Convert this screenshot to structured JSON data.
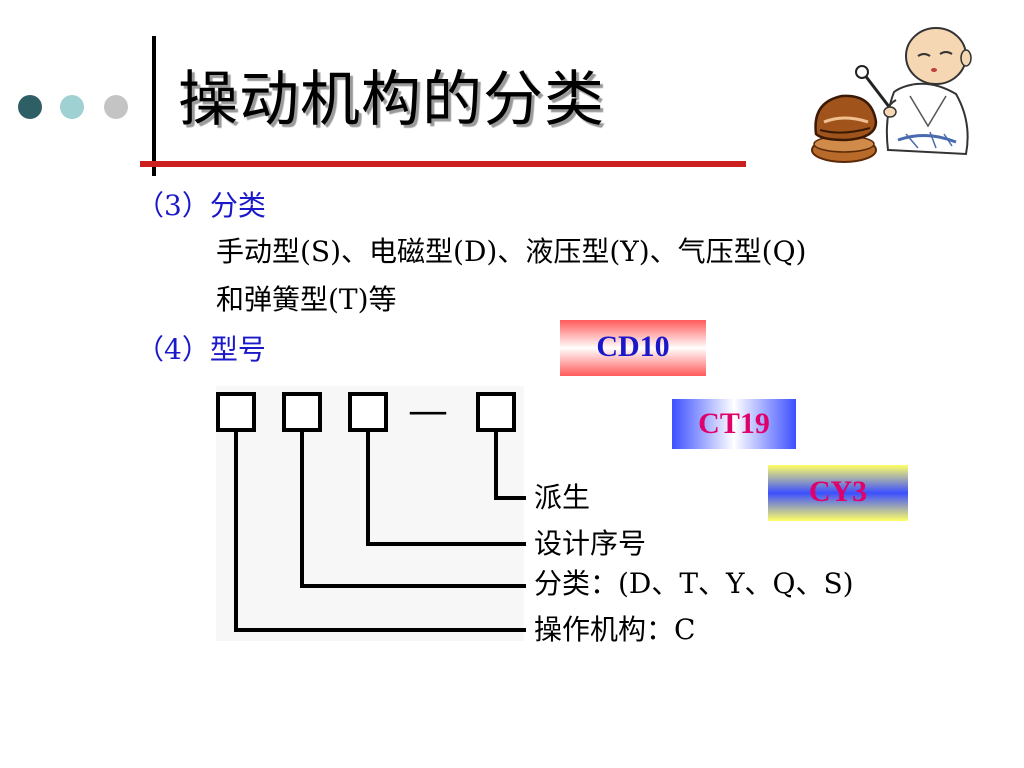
{
  "slide": {
    "title": "操动机构的分类",
    "item3": {
      "heading": "（3）分类",
      "line1": "手动型(S)、电磁型(D)、液压型(Y)、气压型(Q)",
      "line2": "和弹簧型(T)等"
    },
    "item4": {
      "heading": "（4）型号",
      "diagram": {
        "dash": "—",
        "labels": [
          "派生",
          "设计序号",
          "分类：(D、T、Y、Q、S)",
          "操作机构：C"
        ]
      }
    },
    "models": [
      "CD10",
      "CT19",
      "CY3"
    ]
  },
  "colors": {
    "title_underline": "#cc1f1f",
    "heading_text": "#1a18c8",
    "model_text": "#e0006a",
    "dots": [
      "#2f5f66",
      "#9fd0d2",
      "#c4c4c4"
    ]
  },
  "icons": {
    "bullet_dots": "decorative-dots-icon",
    "monk": "monk-with-wooden-fish-icon"
  }
}
